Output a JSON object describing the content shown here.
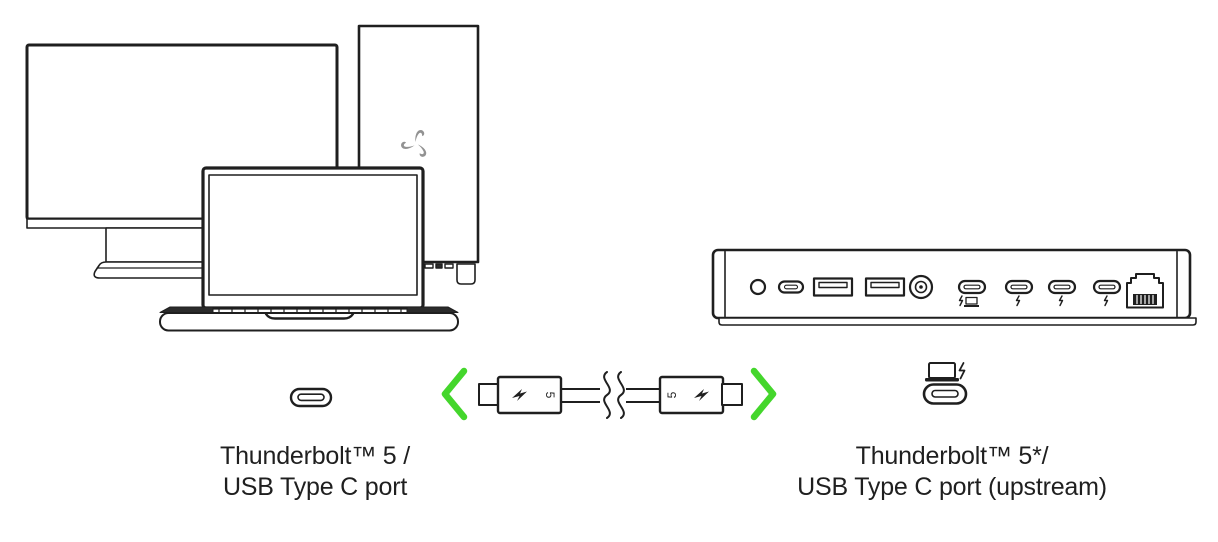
{
  "page": {
    "background": "#ffffff",
    "description": "Thunderbolt 5 dock connection diagram"
  },
  "colors": {
    "line_art": "#1f1f1f",
    "accent_green": "#44D62C",
    "logo_gray": "#929292",
    "text": "#1f1f1f"
  },
  "left_port_label": {
    "line1": "Thunderbolt™ 5 /",
    "line2": "USB Type C port"
  },
  "right_port_label": {
    "line1": "Thunderbolt™ 5*/",
    "line2": "USB Type C port (upstream)"
  },
  "cable": {
    "connector_label": "5"
  },
  "icons": {
    "left_connection": "usb-c-port-icon",
    "right_connection": "laptop-bolt-over-usb-c-port-icon",
    "chevron_left": "chevron-left-icon",
    "chevron_right": "chevron-right-icon",
    "cable_icon": "thunderbolt-5-cable-icon",
    "tower_logo": "razer-logo-icon"
  },
  "illustrations": {
    "left_devices": [
      "monitor",
      "desktop-tower",
      "laptop"
    ],
    "right_device": "thunderbolt-dock-rear-view",
    "dock_ports": [
      "audio-jack",
      "usb-c",
      "usb-a",
      "usb-a",
      "dc-power-in",
      "thunderbolt-upstream",
      "thunderbolt",
      "thunderbolt",
      "thunderbolt",
      "ethernet-rj45"
    ]
  }
}
